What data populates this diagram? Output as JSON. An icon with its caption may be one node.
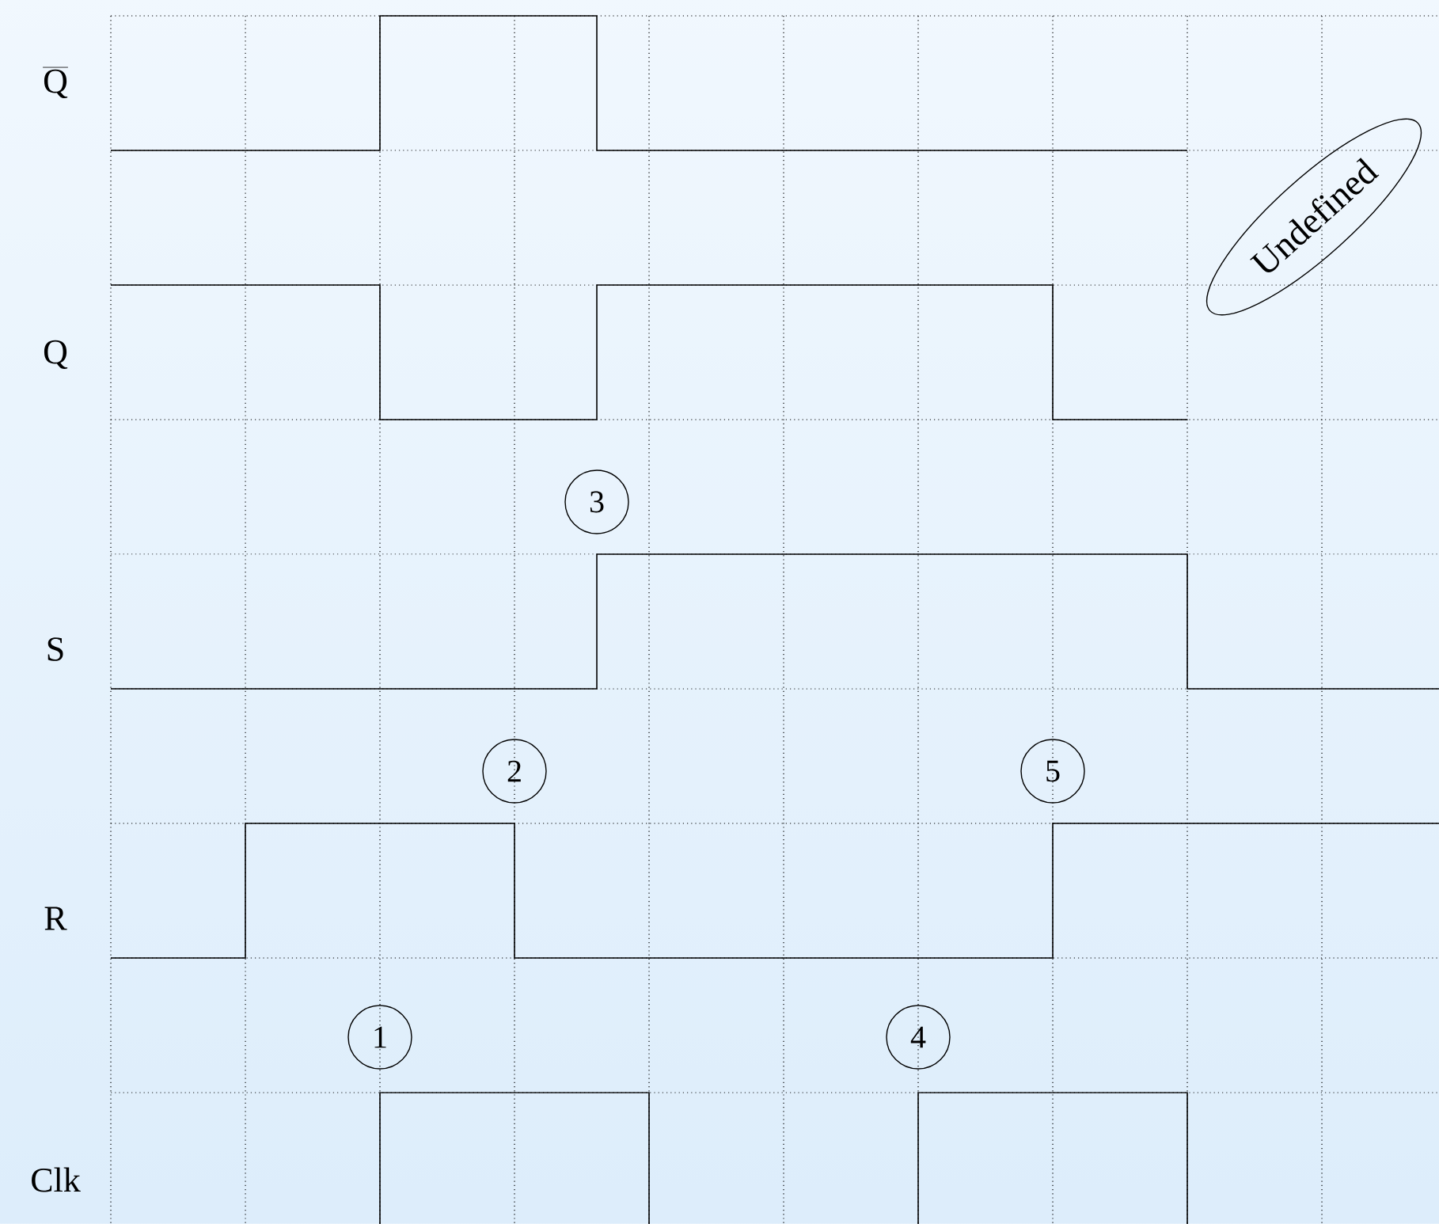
{
  "diagram": {
    "nodes": [
      {
        "text": [
          "Undefined"
        ]
      }
    ],
    "labels": [
      "\\overline{\\mathrm{Q}}",
      "Q",
      "3",
      "S",
      "2",
      "5",
      "R",
      "1",
      "4",
      "Clk"
    ]
  }
}
